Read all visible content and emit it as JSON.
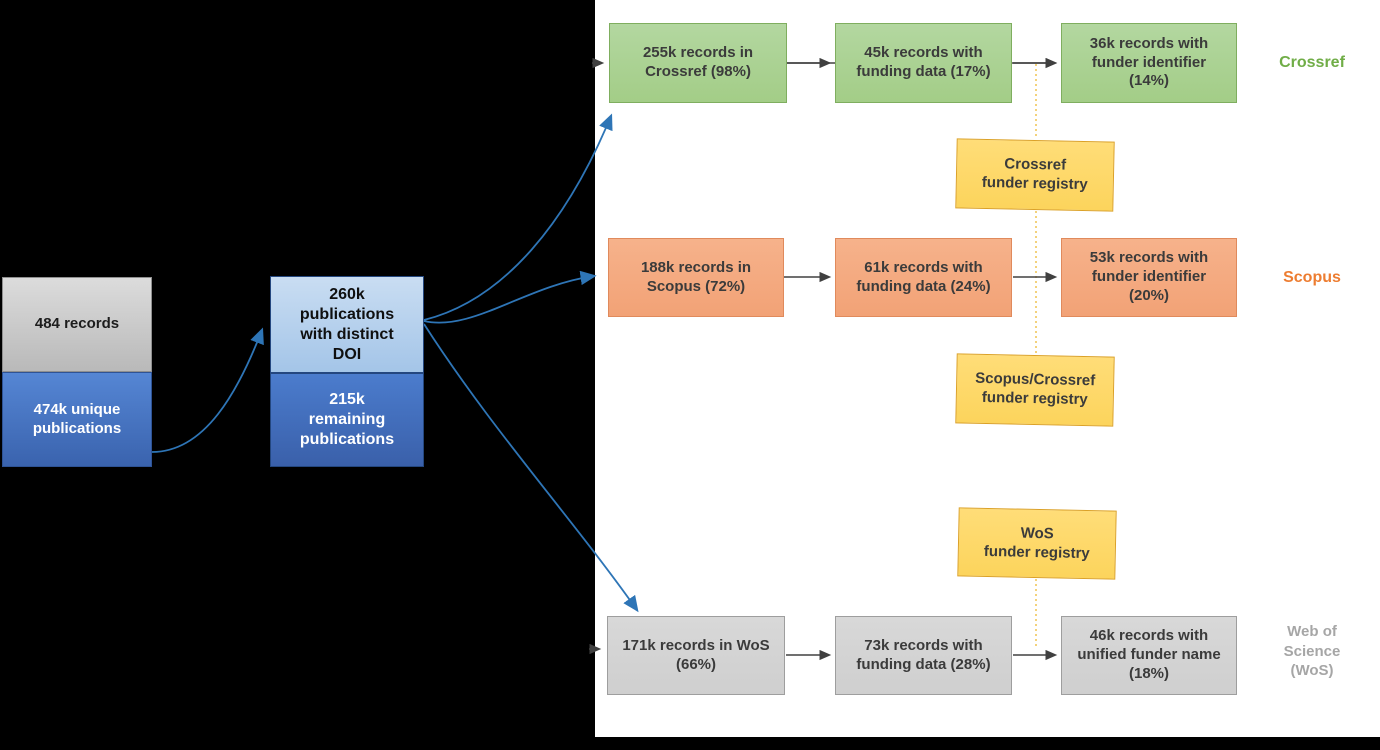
{
  "colors": {
    "accent_green": "#70ad47",
    "accent_orange": "#ed7d31",
    "accent_gray": "#a6a6a6",
    "arrow_blue": "#2e75b6",
    "arrow_black": "#404040",
    "green_border": "#7fae5f",
    "orange_border": "#e08a5c",
    "gray_border": "#9e9e9e",
    "yellow_border": "#dba127",
    "dotted_yellow": "#f0c75c",
    "blue_border": "#24477f",
    "text_dark": "#3b3b3b"
  },
  "source": {
    "records_box": "484 records",
    "unique_box": "474k unique\npublications"
  },
  "doi_split": {
    "distinct_box": "260k\npublications\nwith distinct\nDOI",
    "remaining_box": "215k\nremaining\npublications"
  },
  "rows": [
    {
      "label": "Crossref",
      "boxes": [
        "255k records in\nCrossref (98%)",
        "45k records with\nfunding data (17%)",
        "36k records with\nfunder identifier\n(14%)"
      ]
    },
    {
      "label": "Scopus",
      "boxes": [
        "188k records in\nScopus (72%)",
        "61k records with\nfunding data (24%)",
        "53k records with\nfunder identifier\n(20%)"
      ]
    },
    {
      "label": "Web of\nScience\n(WoS)",
      "boxes": [
        "171k records in WoS\n(66%)",
        "73k records with\nfunding data (28%)",
        "46k records with\nunified funder name\n(18%)"
      ]
    }
  ],
  "registries": [
    {
      "label": "Crossref\nfunder registry"
    },
    {
      "label": "Scopus/Crossref\nfunder registry"
    },
    {
      "label": "WoS\nfunder registry"
    }
  ]
}
